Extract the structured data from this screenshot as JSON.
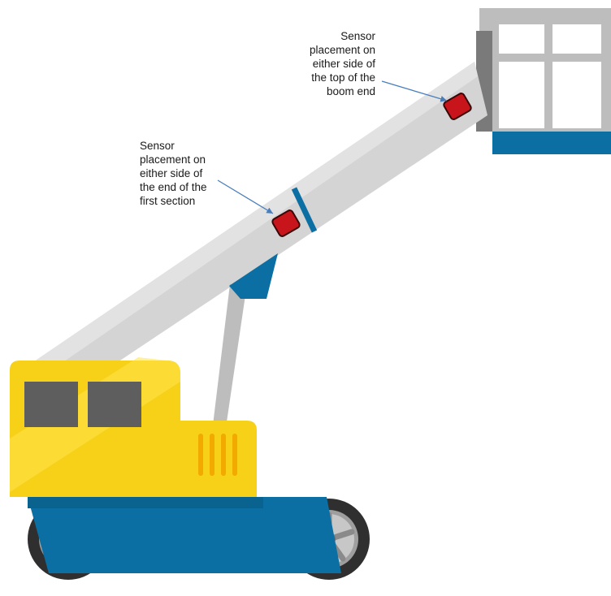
{
  "annotations": {
    "top_sensor": {
      "lines": [
        "Sensor",
        "placement on",
        "either side of",
        "the top of the",
        "boom end"
      ]
    },
    "mid_sensor": {
      "lines": [
        "Sensor",
        "placement on",
        "either side of",
        "the end of the",
        "first section"
      ]
    }
  },
  "colors": {
    "body_yellow": "#F7D117",
    "body_yellow_light": "#FFE34D",
    "chassis_blue": "#0B6FA4",
    "boom_gray": "#D4D4D4",
    "boom_gray_light": "#E2E2E2",
    "basket_frame": "#BDBDBD",
    "window_dark": "#5E5E5E",
    "sensor_red": "#C8151B",
    "arrow_blue": "#4A7EBB",
    "tire_dark": "#2F2F2F"
  },
  "icons": {
    "sensors": [
      "sensor-block-icon",
      "sensor-block-icon"
    ],
    "wheels": [
      "wheel-icon",
      "wheel-icon"
    ]
  }
}
